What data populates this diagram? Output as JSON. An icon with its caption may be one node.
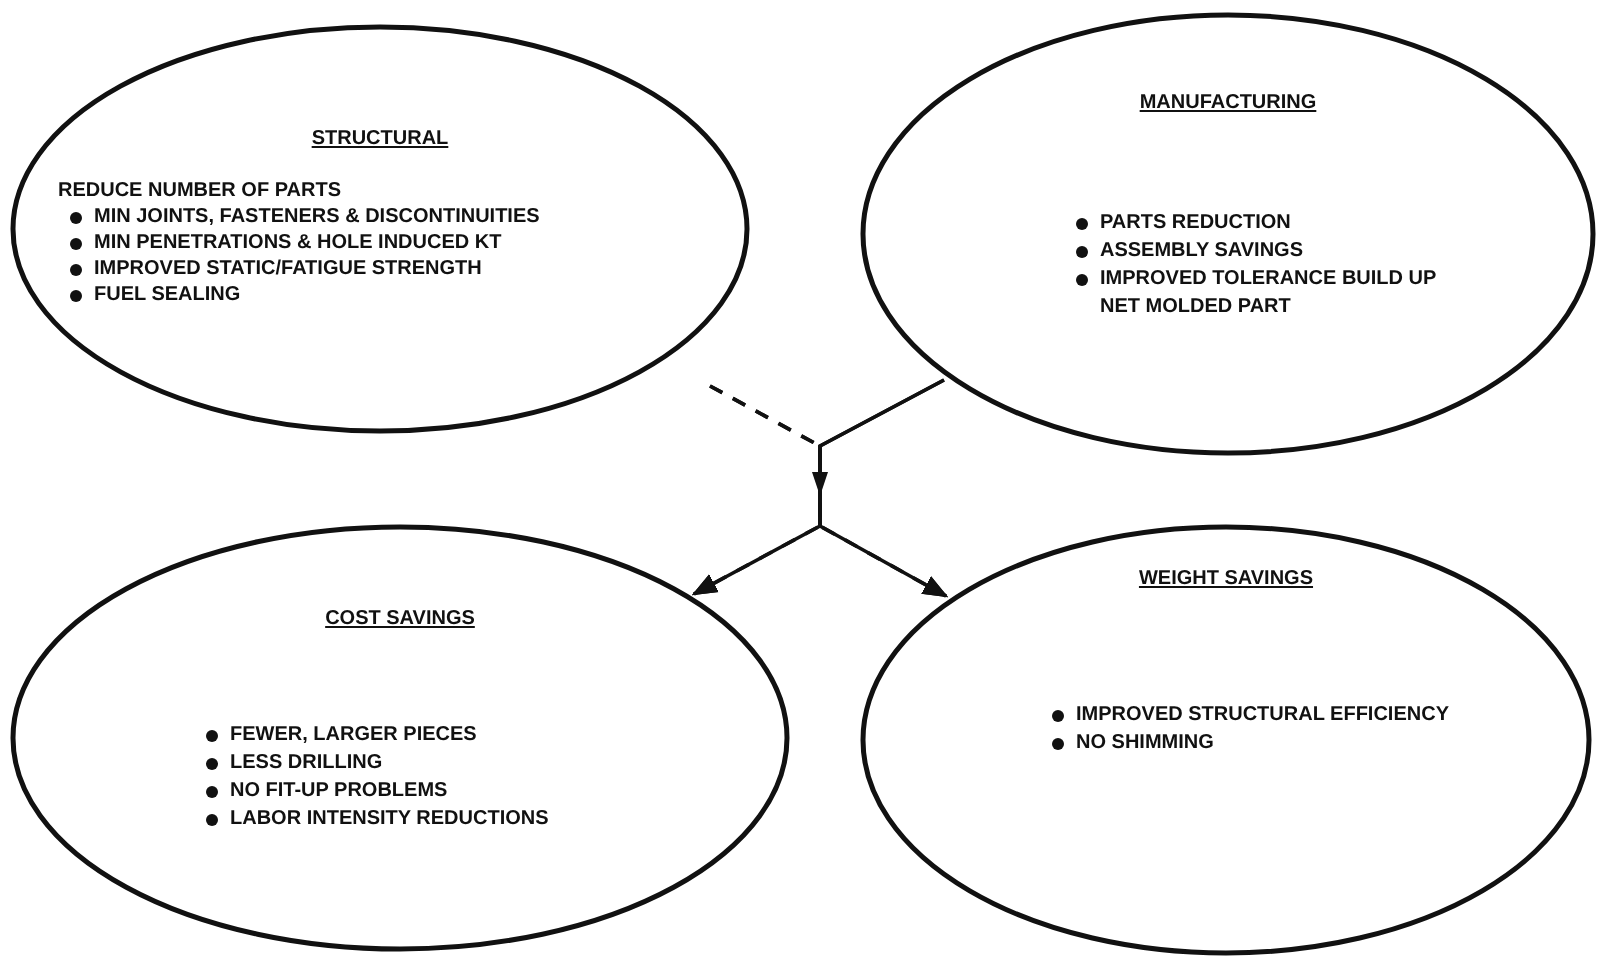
{
  "diagram": {
    "nodes": [
      {
        "text": [
          "STRUCTURAL",
          "REDUCE NUMBER OF PARTS",
          "MIN JOINTS, FASTENERS & DISCONTINUITIES",
          "MIN PENETRATIONS & HOLE INDUCED KT",
          "IMPROVED STATIC/FATIGUE STRENGTH",
          "FUEL SEALING"
        ]
      },
      {
        "text": [
          "MANUFACTURING",
          "PARTS REDUCTION",
          "ASSEMBLY SAVINGS",
          "IMPROVED TOLERANCE BUILD UP",
          "NET MOLDED PART"
        ]
      },
      {
        "text": [
          "COST SAVINGS",
          "FEWER, LARGER PIECES",
          "LESS DRILLING",
          "NO FIT-UP PROBLEMS",
          "LABOR INTENSITY REDUCTIONS"
        ]
      },
      {
        "text": [
          "WEIGHT SAVINGS",
          "IMPROVED STRUCTURAL EFFICIENCY",
          "NO SHIMMING"
        ]
      }
    ],
    "edges": [
      {
        "from": 0,
        "to": 2,
        "arrow": "to",
        "style": "dashed"
      },
      {
        "from": 0,
        "to": 3,
        "arrow": "to",
        "style": "dashed"
      },
      {
        "from": 1,
        "to": 2,
        "arrow": "to"
      },
      {
        "from": 1,
        "to": 3,
        "arrow": "to"
      }
    ]
  }
}
